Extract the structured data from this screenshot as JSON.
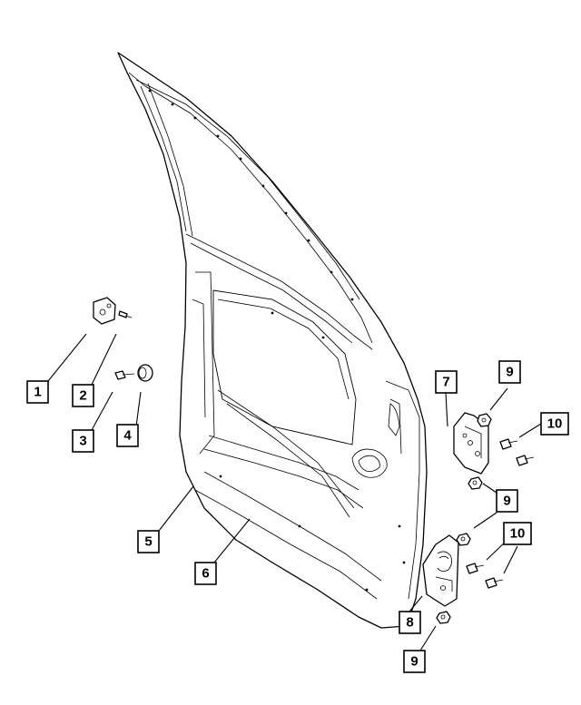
{
  "callouts": [
    {
      "id": "c1",
      "label": "1"
    },
    {
      "id": "c2",
      "label": "2"
    },
    {
      "id": "c3",
      "label": "3"
    },
    {
      "id": "c4",
      "label": "4"
    },
    {
      "id": "c5",
      "label": "5"
    },
    {
      "id": "c6",
      "label": "6"
    },
    {
      "id": "c7",
      "label": "7"
    },
    {
      "id": "c8",
      "label": "8"
    },
    {
      "id": "c9a",
      "label": "9"
    },
    {
      "id": "c9b",
      "label": "9"
    },
    {
      "id": "c9c",
      "label": "9"
    },
    {
      "id": "c10a",
      "label": "10"
    },
    {
      "id": "c10b",
      "label": "10"
    }
  ]
}
